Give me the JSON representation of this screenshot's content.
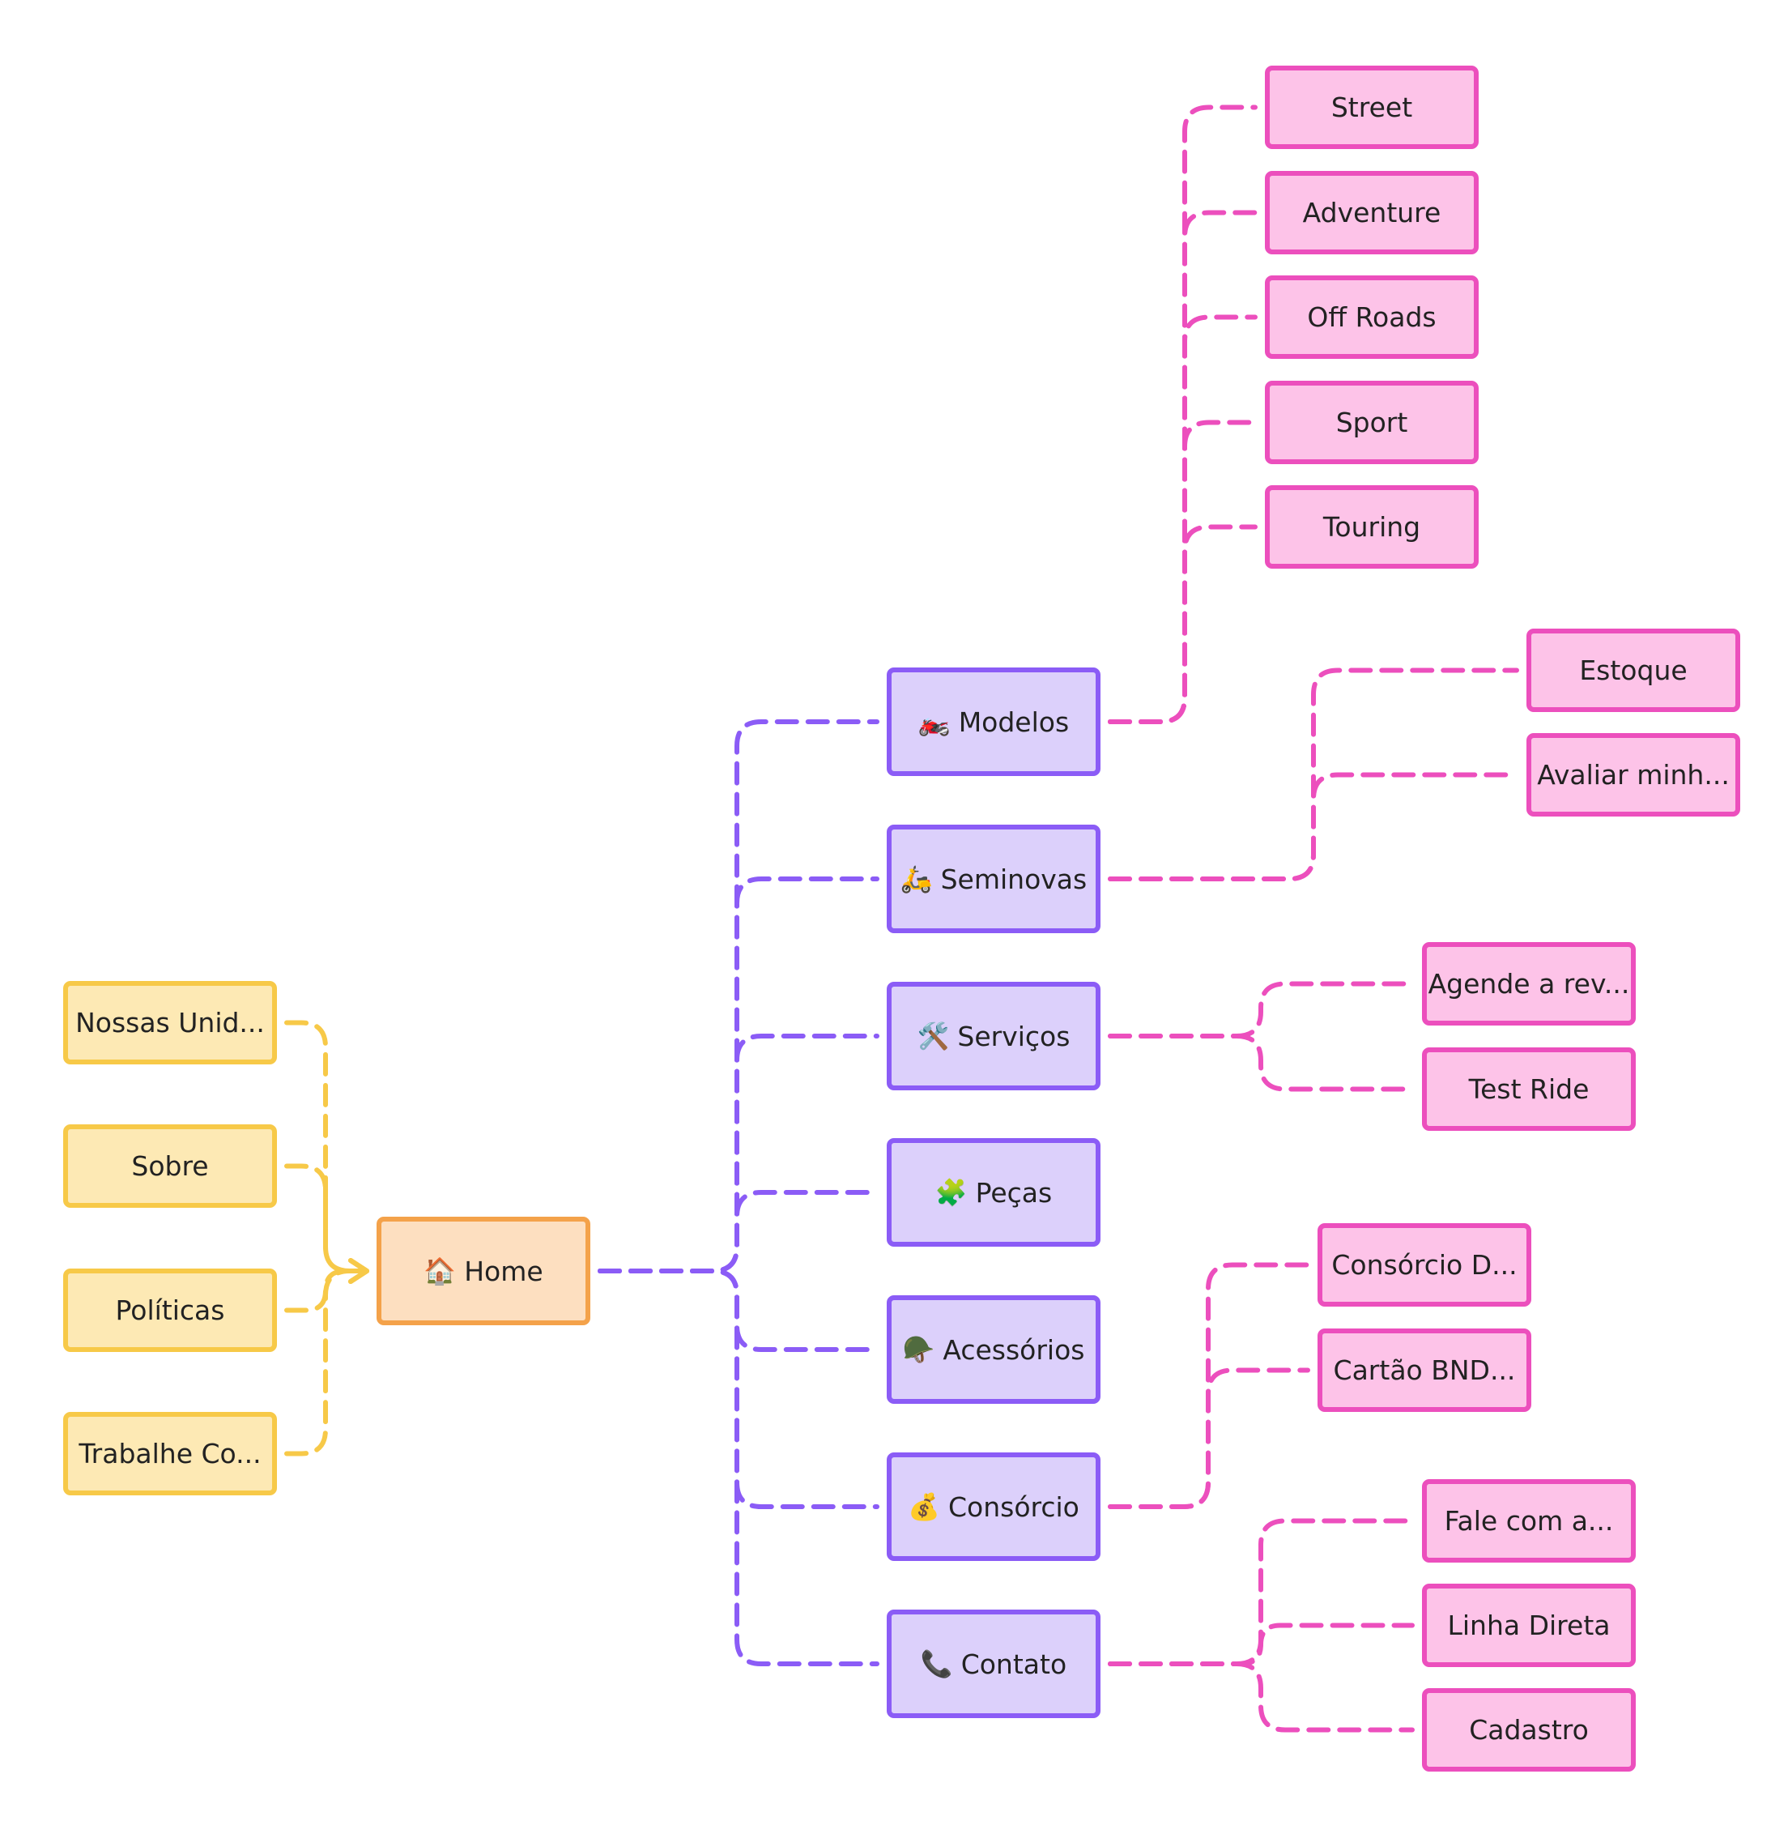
{
  "colors": {
    "yellow_fill": "#fde9b4",
    "yellow_stroke": "#f7c948",
    "orange_fill": "#fddfc0",
    "orange_stroke": "#f4a24a",
    "purple_fill": "#dcd0fb",
    "purple_stroke": "#8b5cf6",
    "pink_fill": "#fdc3e8",
    "pink_stroke": "#ec4fbd"
  },
  "diagram": {
    "root": {
      "label": "Home",
      "icon": "🏠",
      "icon_name": "house-icon"
    },
    "left_nodes": [
      {
        "label": "Nossas Unid..."
      },
      {
        "label": "Sobre"
      },
      {
        "label": "Políticas"
      },
      {
        "label": "Trabalhe Co..."
      }
    ],
    "sections": [
      {
        "label": "Modelos",
        "icon": "🏍️",
        "icon_name": "motorcycle-icon",
        "children": [
          {
            "label": "Street"
          },
          {
            "label": "Adventure"
          },
          {
            "label": "Off Roads"
          },
          {
            "label": "Sport"
          },
          {
            "label": "Touring"
          }
        ]
      },
      {
        "label": "Seminovas",
        "icon": "🛵",
        "icon_name": "scooter-icon",
        "children": [
          {
            "label": "Estoque"
          },
          {
            "label": "Avaliar minh..."
          }
        ]
      },
      {
        "label": "Serviços",
        "icon": "🛠️",
        "icon_name": "tools-icon",
        "children": [
          {
            "label": "Agende a rev..."
          },
          {
            "label": "Test Ride"
          }
        ]
      },
      {
        "label": "Peças",
        "icon": "🧩",
        "icon_name": "puzzle-icon",
        "children": []
      },
      {
        "label": "Acessórios",
        "icon": "🪖",
        "icon_name": "helmet-icon",
        "children": []
      },
      {
        "label": "Consórcio",
        "icon": "💰",
        "icon_name": "money-bag-icon",
        "children": [
          {
            "label": "Consórcio D..."
          },
          {
            "label": "Cartão BND..."
          }
        ]
      },
      {
        "label": "Contato",
        "icon": "📞",
        "icon_name": "phone-icon",
        "children": [
          {
            "label": "Fale com a..."
          },
          {
            "label": "Linha Direta"
          },
          {
            "label": "Cadastro"
          }
        ]
      }
    ]
  }
}
